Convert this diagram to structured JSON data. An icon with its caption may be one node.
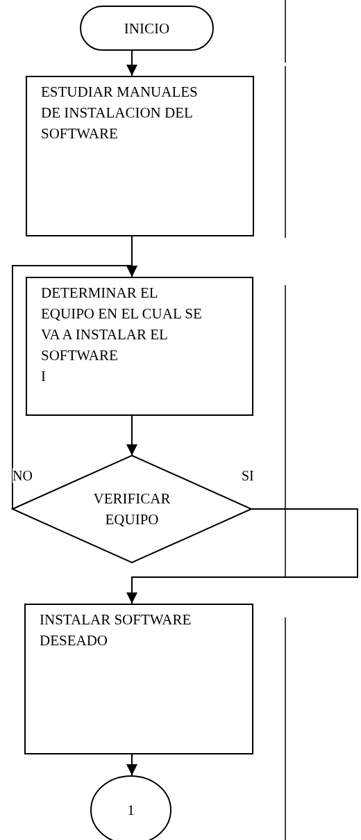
{
  "diagram": {
    "nodes": [
      {
        "text": [
          "INICIO"
        ]
      },
      {
        "text": [
          "ESTUDIAR MANUALES DE INSTALACION DEL SOFTWARE"
        ]
      },
      {
        "text": [
          "DETERMINAR EL EQUIPO EN EL CUAL SE VA A INSTALAR EL SOFTWARE",
          "I"
        ]
      },
      {
        "text": [
          "VERIFICAR EQUIPO"
        ]
      },
      {
        "text": [
          "INSTALAR SOFTWARE DESEADO"
        ]
      },
      {
        "text": [
          "1"
        ]
      }
    ],
    "edges": [
      {
        "from": 0,
        "to": 1,
        "arrow": "to"
      },
      {
        "from": 1,
        "to": 2,
        "arrow": "to"
      },
      {
        "from": 3,
        "to": 2,
        "arrow": "to",
        "label": "NO"
      },
      {
        "from": 2,
        "to": 3,
        "arrow": "to"
      },
      {
        "from": 3,
        "to": 4,
        "arrow": "to",
        "label": "SI"
      },
      {
        "from": 4,
        "to": 5,
        "arrow": "to"
      }
    ]
  }
}
